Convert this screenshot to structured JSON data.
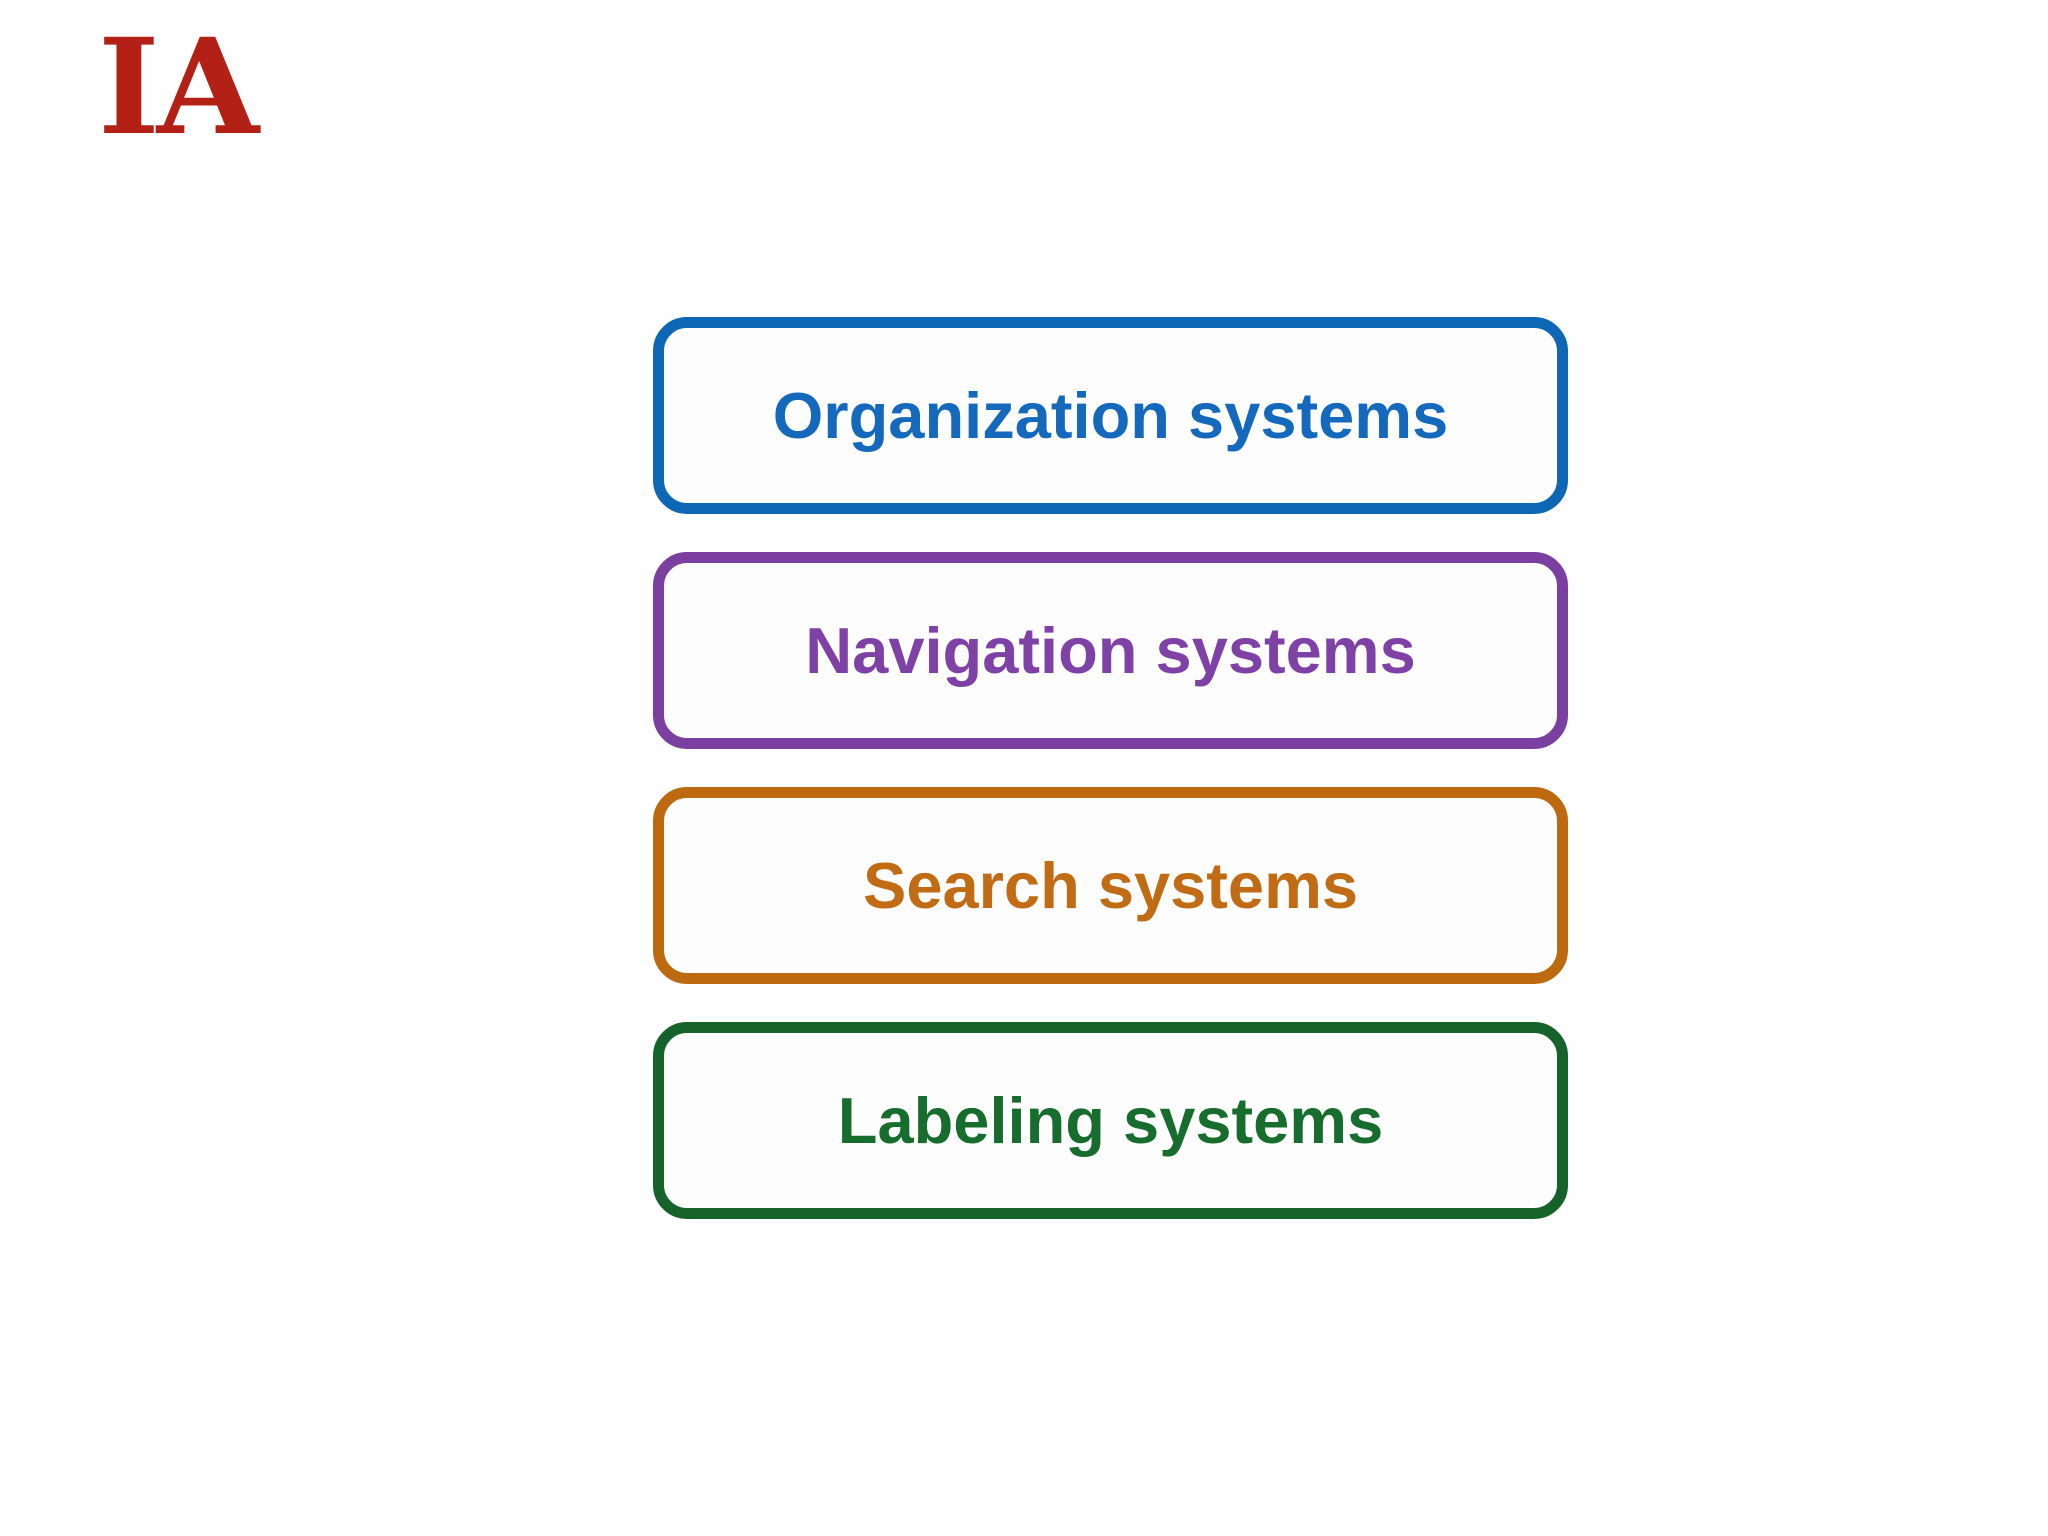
{
  "logo": {
    "text": "IA",
    "color": "#b32015"
  },
  "diagram": {
    "boxes": [
      {
        "label": "Organization systems",
        "border_color": "#0d67b4",
        "text_color": "#1469bd"
      },
      {
        "label": "Navigation systems",
        "border_color": "#7a3f9f",
        "text_color": "#7e42a6"
      },
      {
        "label": "Search systems",
        "border_color": "#bc690f",
        "text_color": "#c16b15"
      },
      {
        "label": "Labeling systems",
        "border_color": "#15622a",
        "text_color": "#176d2d"
      }
    ]
  }
}
